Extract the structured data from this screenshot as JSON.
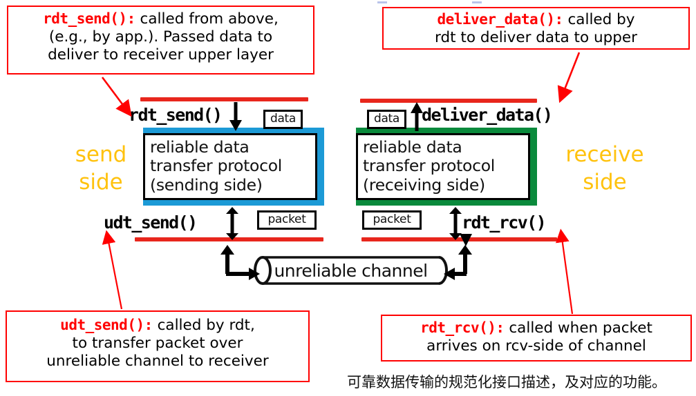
{
  "diagram": {
    "title_hint": "rdt service interface diagram",
    "callouts": [
      {
        "id": "rdt-send",
        "fn": "rdt_send():",
        "lines": [
          " called from above,",
          "(e.g., by app.). Passed data to",
          "deliver to receiver upper layer"
        ]
      },
      {
        "id": "deliver-data",
        "fn": "deliver_data():",
        "lines": [
          " called by",
          "rdt to deliver data to upper"
        ]
      },
      {
        "id": "udt-send",
        "fn": "udt_send():",
        "lines": [
          " called by rdt,",
          "to transfer packet over",
          "unreliable channel to receiver"
        ]
      },
      {
        "id": "rdt-rcv",
        "fn": "rdt_rcv():",
        "lines": [
          " called when packet",
          "arrives on rcv-side of channel"
        ]
      }
    ],
    "send_side": {
      "label_line1": "send",
      "label_line2": "side",
      "top_primitive": "rdt_send()",
      "bottom_primitive": "udt_send()",
      "top_tag": "data",
      "bottom_tag": "packet",
      "box_line1": "reliable data",
      "box_line2": "transfer protocol",
      "box_line3": "(sending side)",
      "box_color": "#1c9ad6"
    },
    "receive_side": {
      "label_line1": "receive",
      "label_line2": "side",
      "top_primitive": "deliver_data()",
      "bottom_primitive": "rdt_rcv()",
      "top_tag": "data",
      "bottom_tag": "packet",
      "box_line1": "reliable data",
      "box_line2": "transfer protocol",
      "box_line3": "(receiving side)",
      "box_color": "#0a8a3c"
    },
    "channel": {
      "label": "unreliable channel"
    },
    "caption": "可靠数据传输的规范化接口描述，及对应的功能。",
    "colors": {
      "callout_border": "#ff0000",
      "function_name": "#ff0000",
      "interface_line": "#e8261c",
      "side_label": "#FFC20E",
      "send_box": "#1c9ad6",
      "receive_box": "#0a8a3c",
      "text": "#000000"
    }
  }
}
